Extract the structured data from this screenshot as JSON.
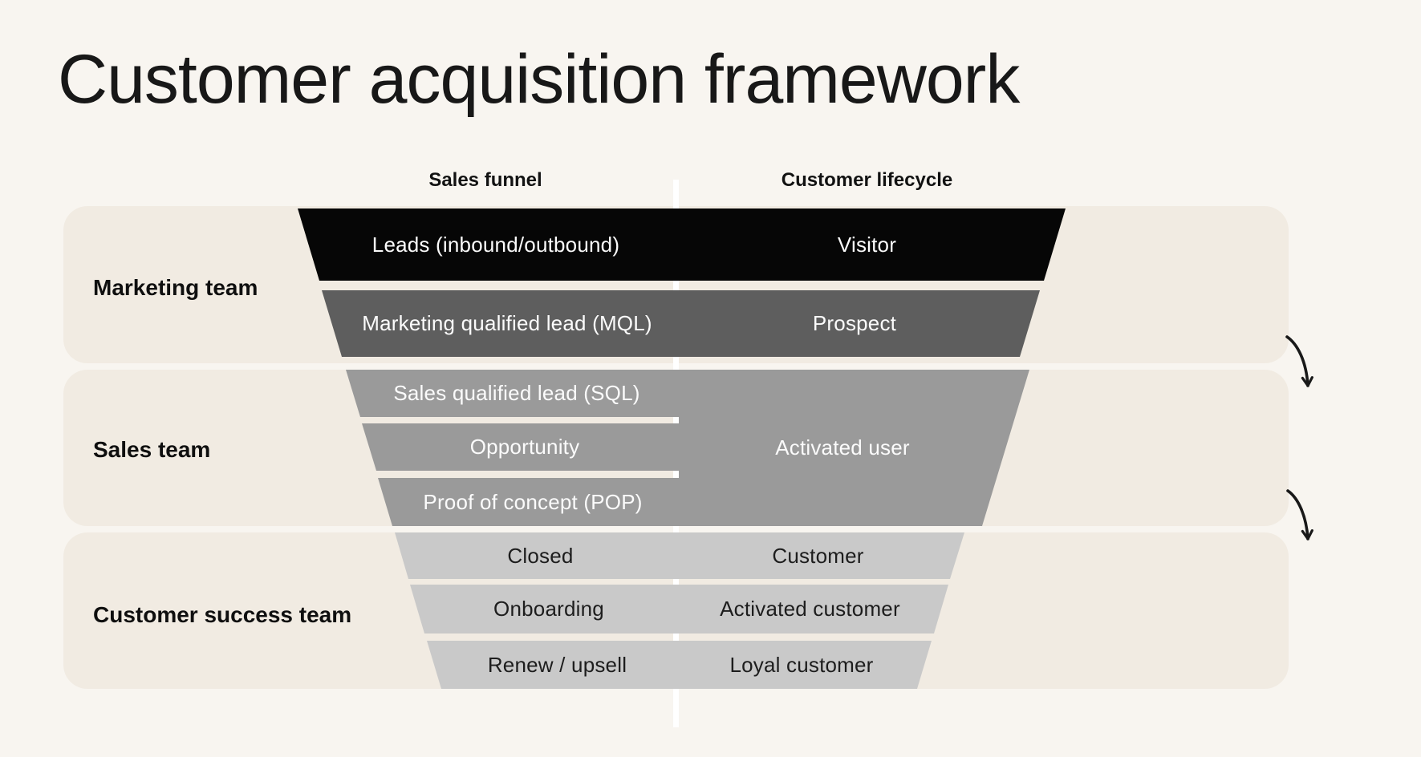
{
  "page": {
    "title": "Customer acquisition framework",
    "background_color": "#f8f5f0",
    "band_background_color": "#f1ebe2",
    "divider_color": "#ffffff",
    "arrow_color": "#191919"
  },
  "headers": {
    "funnel_column": "Sales funnel",
    "lifecycle_column": "Customer lifecycle"
  },
  "teams": [
    {
      "label": "Marketing team"
    },
    {
      "label": "Sales team"
    },
    {
      "label": "Customer success team"
    }
  ],
  "funnel": {
    "stages": [
      {
        "funnel_label": "Leads (inbound/outbound)",
        "lifecycle_label": "Visitor",
        "team": "Marketing team",
        "color": "#060606",
        "text_color": "#fbfbfb"
      },
      {
        "funnel_label": "Marketing qualified lead (MQL)",
        "lifecycle_label": "Prospect",
        "team": "Marketing team",
        "color": "#5e5e5e",
        "text_color": "#fbfbfb"
      },
      {
        "funnel_label": "Sales qualified lead (SQL)",
        "lifecycle_label": "Activated user",
        "team": "Sales team",
        "color": "#9a9a9a",
        "text_color": "#fbfbfb"
      },
      {
        "funnel_label": "Opportunity",
        "lifecycle_label": "Activated user",
        "team": "Sales team",
        "color": "#9a9a9a",
        "text_color": "#fbfbfb"
      },
      {
        "funnel_label": "Proof of concept (POP)",
        "lifecycle_label": "Activated user",
        "team": "Sales team",
        "color": "#9a9a9a",
        "text_color": "#fbfbfb"
      },
      {
        "funnel_label": "Closed",
        "lifecycle_label": "Customer",
        "team": "Customer success team",
        "color": "#c9c9c9",
        "text_color": "#1d1d1d"
      },
      {
        "funnel_label": "Onboarding",
        "lifecycle_label": "Activated customer",
        "team": "Customer success team",
        "color": "#c9c9c9",
        "text_color": "#1d1d1d"
      },
      {
        "funnel_label": "Renew / upsell",
        "lifecycle_label": "Loyal customer",
        "team": "Customer success team",
        "color": "#c9c9c9",
        "text_color": "#1d1d1d"
      }
    ]
  }
}
